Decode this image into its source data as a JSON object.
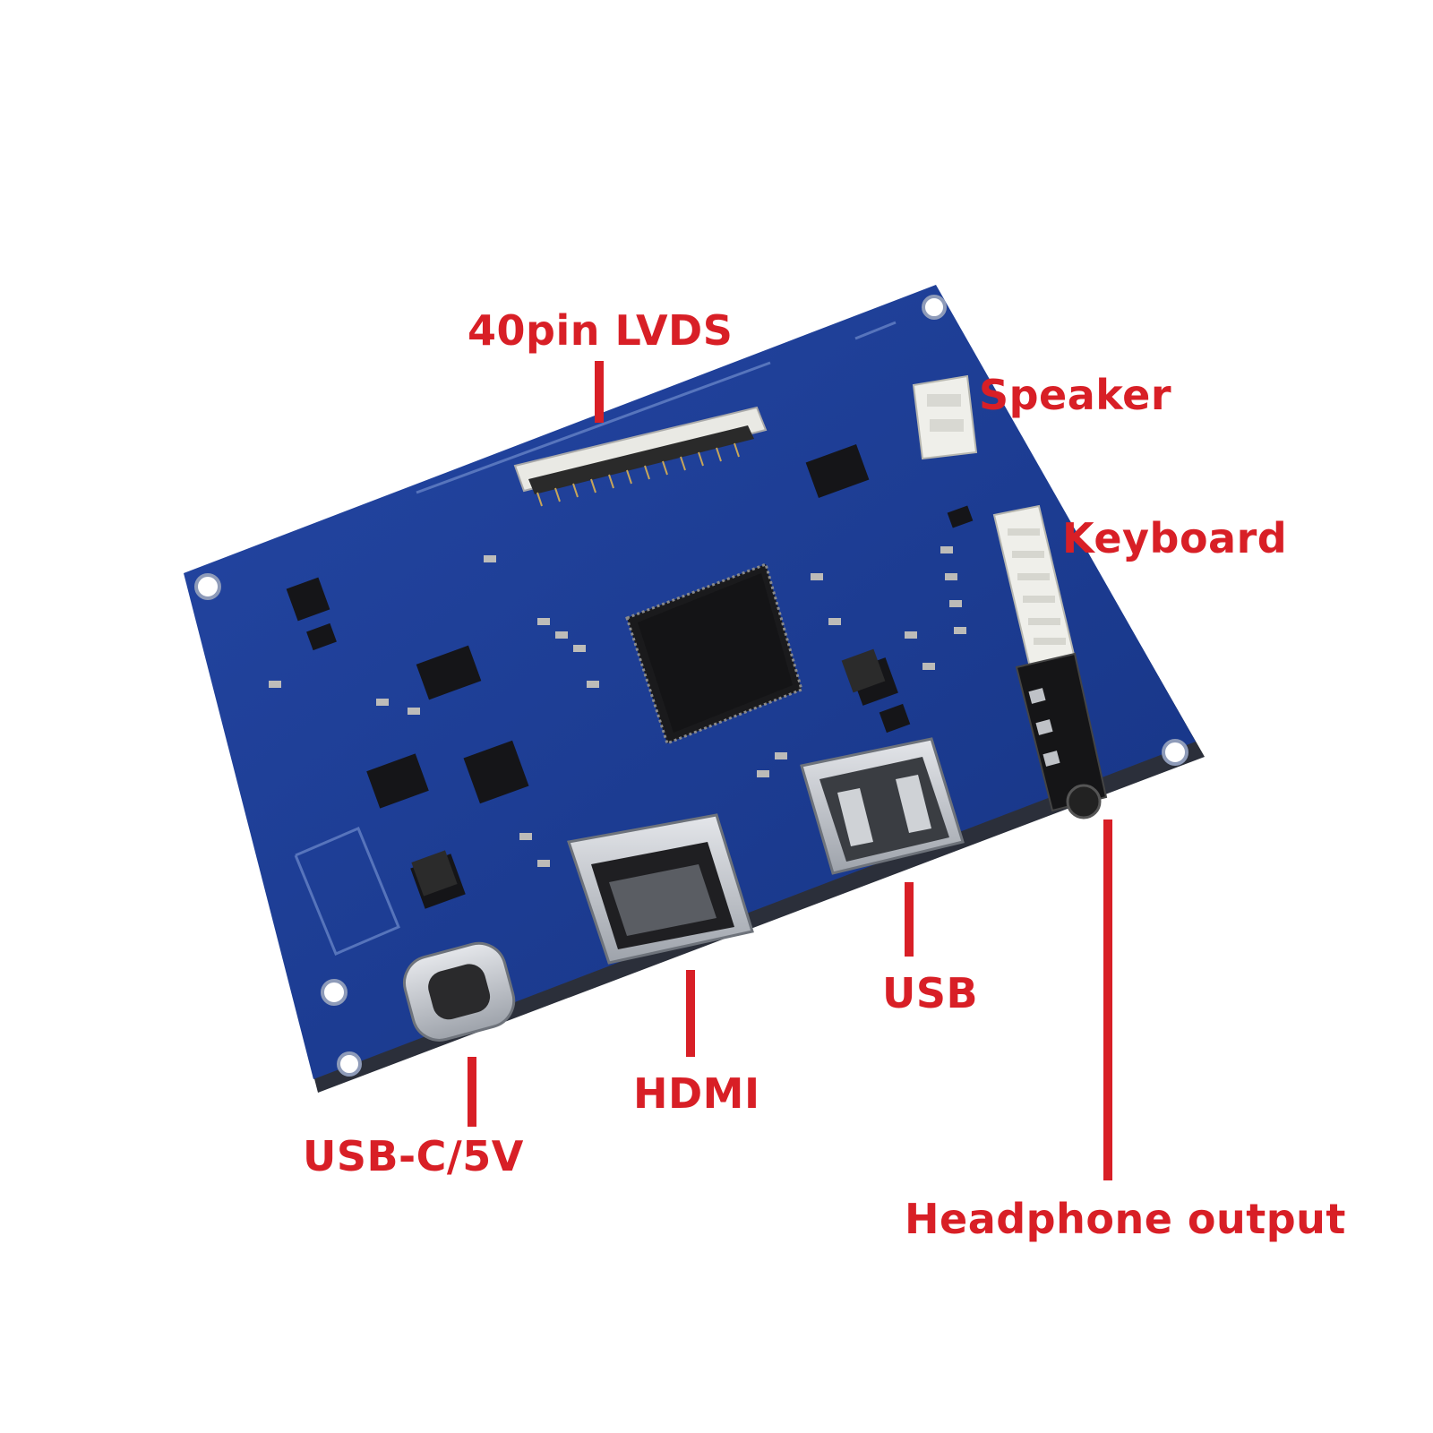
{
  "colors": {
    "label": "#d81f26",
    "board": "#1c3a8f",
    "board_dark": "#122a6e",
    "metal": "#c9ccd1",
    "chip": "#1a1a1c",
    "connector_white": "#f2f2ee"
  },
  "labels": {
    "lvds": "40pin LVDS",
    "speaker": "Speaker",
    "keyboard": "Keyboard",
    "usb": "USB",
    "hdmi": "HDMI",
    "usb_c": "USB-C/5V",
    "headphone": "Headphone output"
  }
}
